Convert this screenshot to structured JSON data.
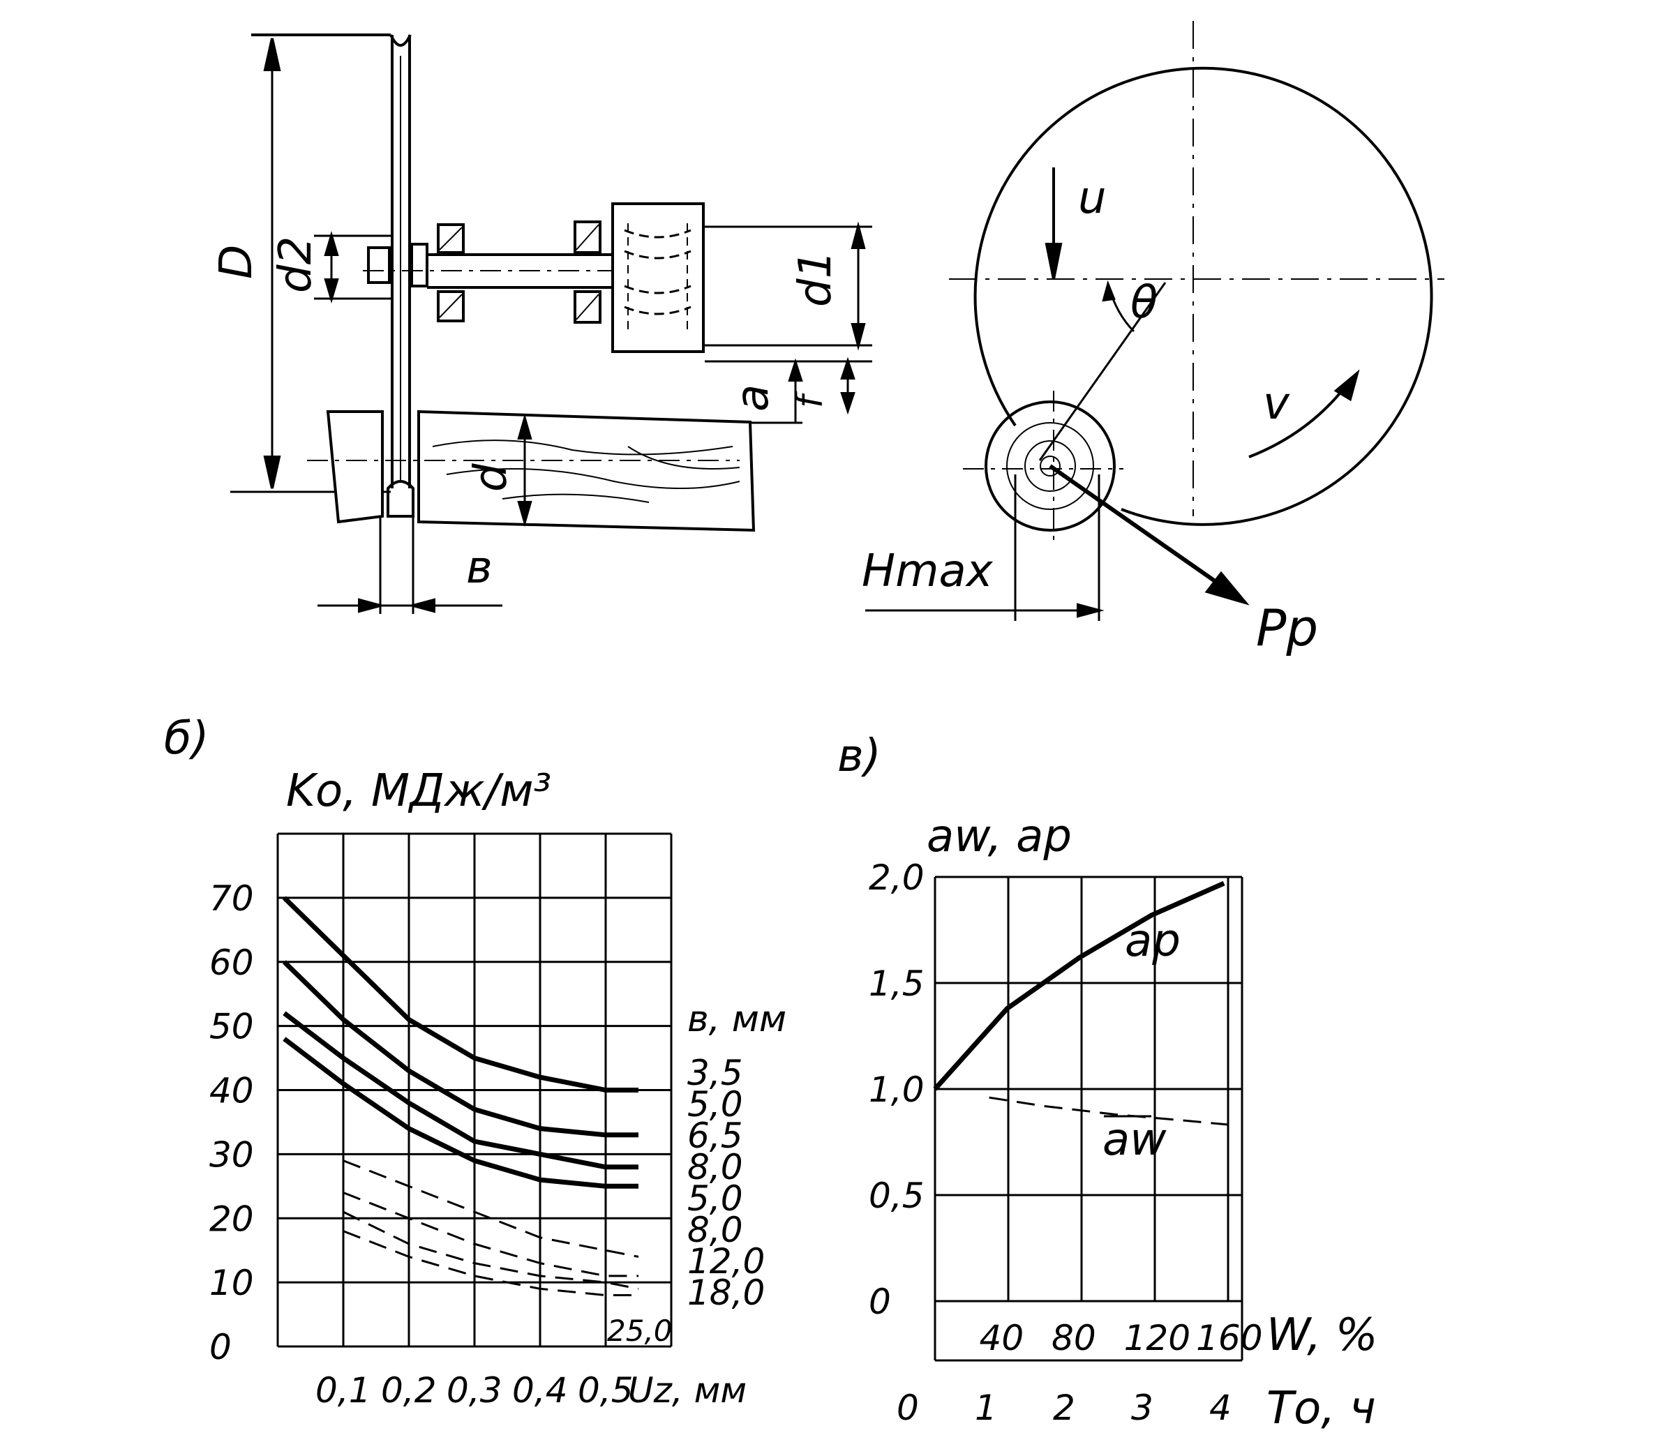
{
  "sawing": {
    "labels": {
      "D": "D",
      "d2": "d2",
      "d1": "d1",
      "a": "a",
      "f": "f",
      "d": "d",
      "b": "в"
    }
  },
  "circle": {
    "labels": {
      "u": "u",
      "theta": "θ",
      "v": "v",
      "hmax": "Hmax",
      "pp": "Pp"
    }
  },
  "panel_b": {
    "panel_label": "б)",
    "ylabel": "Kо, МДж/м³",
    "xlabel": "Uz, мм",
    "right_header": "в, мм",
    "yticks": [
      "70",
      "60",
      "50",
      "40",
      "30",
      "20",
      "10",
      "0"
    ],
    "xticks": [
      "0,1",
      "0,2",
      "0,3",
      "0,4",
      "0,5"
    ],
    "inner_label": "25,0",
    "curve_labels": [
      "3,5",
      "5,0",
      "6,5",
      "8,0",
      "5,0",
      "8,0",
      "12,0",
      "18,0"
    ]
  },
  "panel_c": {
    "panel_label": "в)",
    "ylabel": "aw, ap",
    "yticks": [
      "2,0",
      "1,5",
      "1,0",
      "0,5",
      "0"
    ],
    "w_ticks": [
      "40",
      "80",
      "120",
      "160"
    ],
    "w_label": "W, %",
    "t_ticks": [
      "0",
      "1",
      "2",
      "3",
      "4"
    ],
    "t_label": "Tо, ч",
    "curve_ap_label": "ap",
    "curve_aw_label": "aw"
  },
  "chart_data": [
    {
      "type": "line",
      "title": "",
      "xlabel": "Uz, мм",
      "ylabel": "Kо, МДж/м³",
      "xlim": [
        0,
        0.6
      ],
      "ylim": [
        0,
        80
      ],
      "legend_title": "в, мм",
      "series": [
        {
          "name": "3,5",
          "style": "solid",
          "x": [
            0.01,
            0.1,
            0.2,
            0.3,
            0.4,
            0.5,
            0.55
          ],
          "y": [
            70,
            61,
            51,
            45,
            42,
            40,
            40
          ]
        },
        {
          "name": "5,0",
          "style": "solid",
          "x": [
            0.01,
            0.1,
            0.2,
            0.3,
            0.4,
            0.5,
            0.55
          ],
          "y": [
            60,
            51,
            43,
            37,
            34,
            33,
            33
          ]
        },
        {
          "name": "6,5",
          "style": "solid",
          "x": [
            0.01,
            0.1,
            0.2,
            0.3,
            0.4,
            0.5,
            0.55
          ],
          "y": [
            52,
            45,
            38,
            32,
            30,
            28,
            28
          ]
        },
        {
          "name": "8,0",
          "style": "solid",
          "x": [
            0.01,
            0.1,
            0.2,
            0.3,
            0.4,
            0.5,
            0.55
          ],
          "y": [
            48,
            41,
            34,
            29,
            26,
            25,
            25
          ]
        },
        {
          "name": "5,0",
          "style": "dashed",
          "x": [
            0.1,
            0.2,
            0.3,
            0.4,
            0.5,
            0.55
          ],
          "y": [
            29,
            25,
            21,
            17,
            15,
            14
          ]
        },
        {
          "name": "8,0",
          "style": "dashed",
          "x": [
            0.1,
            0.2,
            0.3,
            0.4,
            0.5,
            0.55
          ],
          "y": [
            24,
            20,
            16,
            13,
            11,
            11
          ]
        },
        {
          "name": "12,0",
          "style": "dashed",
          "x": [
            0.1,
            0.2,
            0.3,
            0.4,
            0.5,
            0.55
          ],
          "y": [
            21,
            16,
            13,
            11,
            10,
            9
          ]
        },
        {
          "name": "18,0",
          "style": "dashed",
          "x": [
            0.1,
            0.2,
            0.3,
            0.4,
            0.5,
            0.55
          ],
          "y": [
            18,
            14,
            11,
            9,
            8,
            8
          ]
        }
      ]
    },
    {
      "type": "line",
      "title": "",
      "xlabel": "W, % / Tо, ч",
      "ylabel": "aw, ap",
      "xlim": [
        0,
        170
      ],
      "ylim": [
        0,
        2.0
      ],
      "secondary_x": {
        "label": "Tо, ч",
        "ticks": [
          0,
          1,
          2,
          3,
          4
        ]
      },
      "series": [
        {
          "name": "ap",
          "style": "solid",
          "x": [
            0,
            40,
            80,
            120,
            160
          ],
          "y": [
            1.0,
            1.38,
            1.62,
            1.82,
            1.97
          ]
        },
        {
          "name": "aw",
          "style": "dashed",
          "x": [
            30,
            60,
            100,
            140,
            165
          ],
          "y": [
            0.96,
            0.92,
            0.88,
            0.85,
            0.83
          ]
        }
      ]
    }
  ]
}
